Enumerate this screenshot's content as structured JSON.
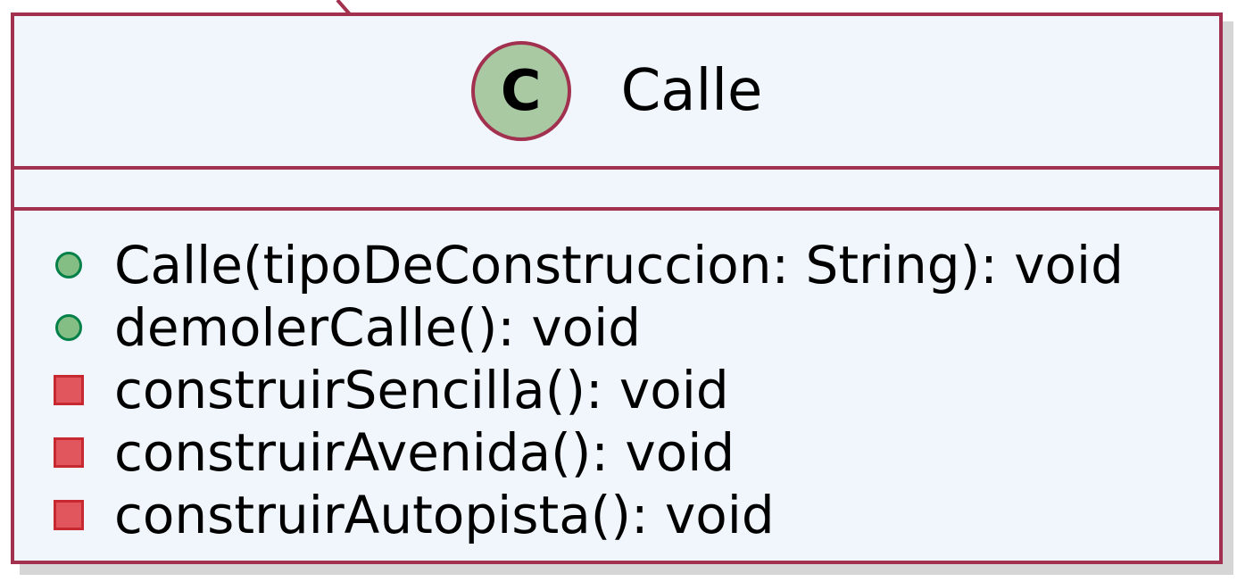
{
  "diagram": {
    "classes": [
      {
        "stereotype_letter": "C",
        "name": "Calle",
        "fields": [],
        "methods": [
          {
            "visibility": "public",
            "icon": "public-circle-icon",
            "signature": "Calle(tipoDeConstruccion: String): void"
          },
          {
            "visibility": "public",
            "icon": "public-circle-icon",
            "signature": "demolerCalle(): void"
          },
          {
            "visibility": "private",
            "icon": "private-square-icon",
            "signature": "construirSencilla(): void"
          },
          {
            "visibility": "private",
            "icon": "private-square-icon",
            "signature": "construirAvenida(): void"
          },
          {
            "visibility": "private",
            "icon": "private-square-icon",
            "signature": "construirAutopista(): void"
          }
        ]
      }
    ],
    "colors": {
      "border": "#a2304f",
      "box_fill": "#f1f6fd",
      "stereotype_fill": "#a9c9a3",
      "public_fill": "#84be84",
      "public_border": "#038048",
      "private_fill": "#e0565c",
      "private_border": "#c82930"
    }
  }
}
